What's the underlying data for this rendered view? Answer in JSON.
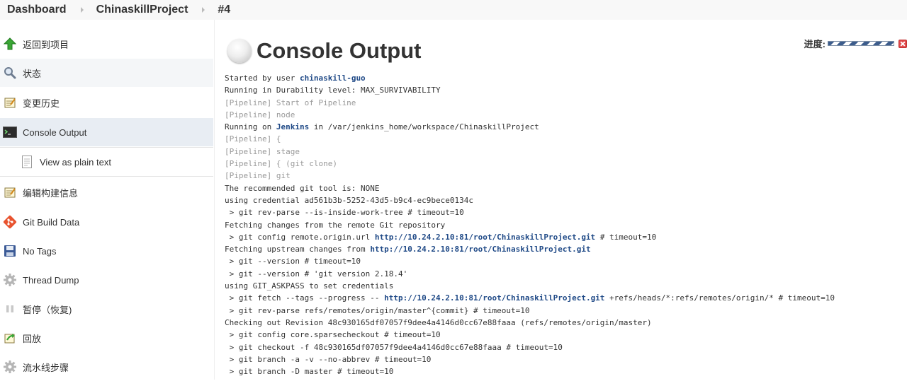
{
  "breadcrumb": [
    {
      "label": "Dashboard"
    },
    {
      "label": "ChinaskillProject"
    },
    {
      "label": "#4"
    }
  ],
  "sidebar": {
    "items": [
      {
        "label": "返回到项目",
        "icon": "up-arrow-icon"
      },
      {
        "label": "状态",
        "icon": "search-icon"
      },
      {
        "label": "变更历史",
        "icon": "notepad-icon"
      },
      {
        "label": "Console Output",
        "icon": "terminal-icon",
        "active": true
      },
      {
        "label": "View as plain text",
        "icon": "document-icon",
        "sub": true
      },
      {
        "label": "编辑构建信息",
        "icon": "notepad-icon"
      },
      {
        "label": "Git Build Data",
        "icon": "git-icon"
      },
      {
        "label": "No Tags",
        "icon": "save-icon"
      },
      {
        "label": "Thread Dump",
        "icon": "gear-icon"
      },
      {
        "label": "暂停（恢复)",
        "icon": "pause-icon"
      },
      {
        "label": "回放",
        "icon": "replay-icon"
      },
      {
        "label": "流水线步骤",
        "icon": "gear-icon"
      }
    ]
  },
  "main": {
    "title": "Console Output",
    "progress_label": "进度:",
    "console_lines": [
      [
        {
          "t": "Started by user "
        },
        {
          "t": "chinaskill-guo",
          "link": true
        }
      ],
      [
        {
          "t": "Running in Durability level: MAX_SURVIVABILITY"
        }
      ],
      [
        {
          "t": "[Pipeline] Start of Pipeline",
          "dim": true
        }
      ],
      [
        {
          "t": "[Pipeline] node",
          "dim": true
        }
      ],
      [
        {
          "t": "Running on "
        },
        {
          "t": "Jenkins",
          "link": true
        },
        {
          "t": " in /var/jenkins_home/workspace/ChinaskillProject"
        }
      ],
      [
        {
          "t": "[Pipeline] {",
          "dim": true
        }
      ],
      [
        {
          "t": "[Pipeline] stage",
          "dim": true
        }
      ],
      [
        {
          "t": "[Pipeline] { (git clone)",
          "dim": true
        }
      ],
      [
        {
          "t": "[Pipeline] git",
          "dim": true
        }
      ],
      [
        {
          "t": "The recommended git tool is: NONE"
        }
      ],
      [
        {
          "t": "using credential ad561b3b-5252-43d5-b9c4-ec9bece0134c"
        }
      ],
      [
        {
          "t": " > git rev-parse --is-inside-work-tree # timeout=10"
        }
      ],
      [
        {
          "t": "Fetching changes from the remote Git repository"
        }
      ],
      [
        {
          "t": " > git config remote.origin.url "
        },
        {
          "t": "http://10.24.2.10:81/root/ChinaskillProject.git",
          "link": true
        },
        {
          "t": " # timeout=10"
        }
      ],
      [
        {
          "t": "Fetching upstream changes from "
        },
        {
          "t": "http://10.24.2.10:81/root/ChinaskillProject.git",
          "link": true
        }
      ],
      [
        {
          "t": " > git --version # timeout=10"
        }
      ],
      [
        {
          "t": " > git --version # 'git version 2.18.4'"
        }
      ],
      [
        {
          "t": "using GIT_ASKPASS to set credentials"
        }
      ],
      [
        {
          "t": " > git fetch --tags --progress -- "
        },
        {
          "t": "http://10.24.2.10:81/root/ChinaskillProject.git",
          "link": true
        },
        {
          "t": " +refs/heads/*:refs/remotes/origin/* # timeout=10"
        }
      ],
      [
        {
          "t": " > git rev-parse refs/remotes/origin/master^{commit} # timeout=10"
        }
      ],
      [
        {
          "t": "Checking out Revision 48c930165df07057f9dee4a4146d0cc67e88faaa (refs/remotes/origin/master)"
        }
      ],
      [
        {
          "t": " > git config core.sparsecheckout # timeout=10"
        }
      ],
      [
        {
          "t": " > git checkout -f 48c930165df07057f9dee4a4146d0cc67e88faaa # timeout=10"
        }
      ],
      [
        {
          "t": " > git branch -a -v --no-abbrev # timeout=10"
        }
      ],
      [
        {
          "t": " > git branch -D master # timeout=10"
        }
      ]
    ]
  }
}
